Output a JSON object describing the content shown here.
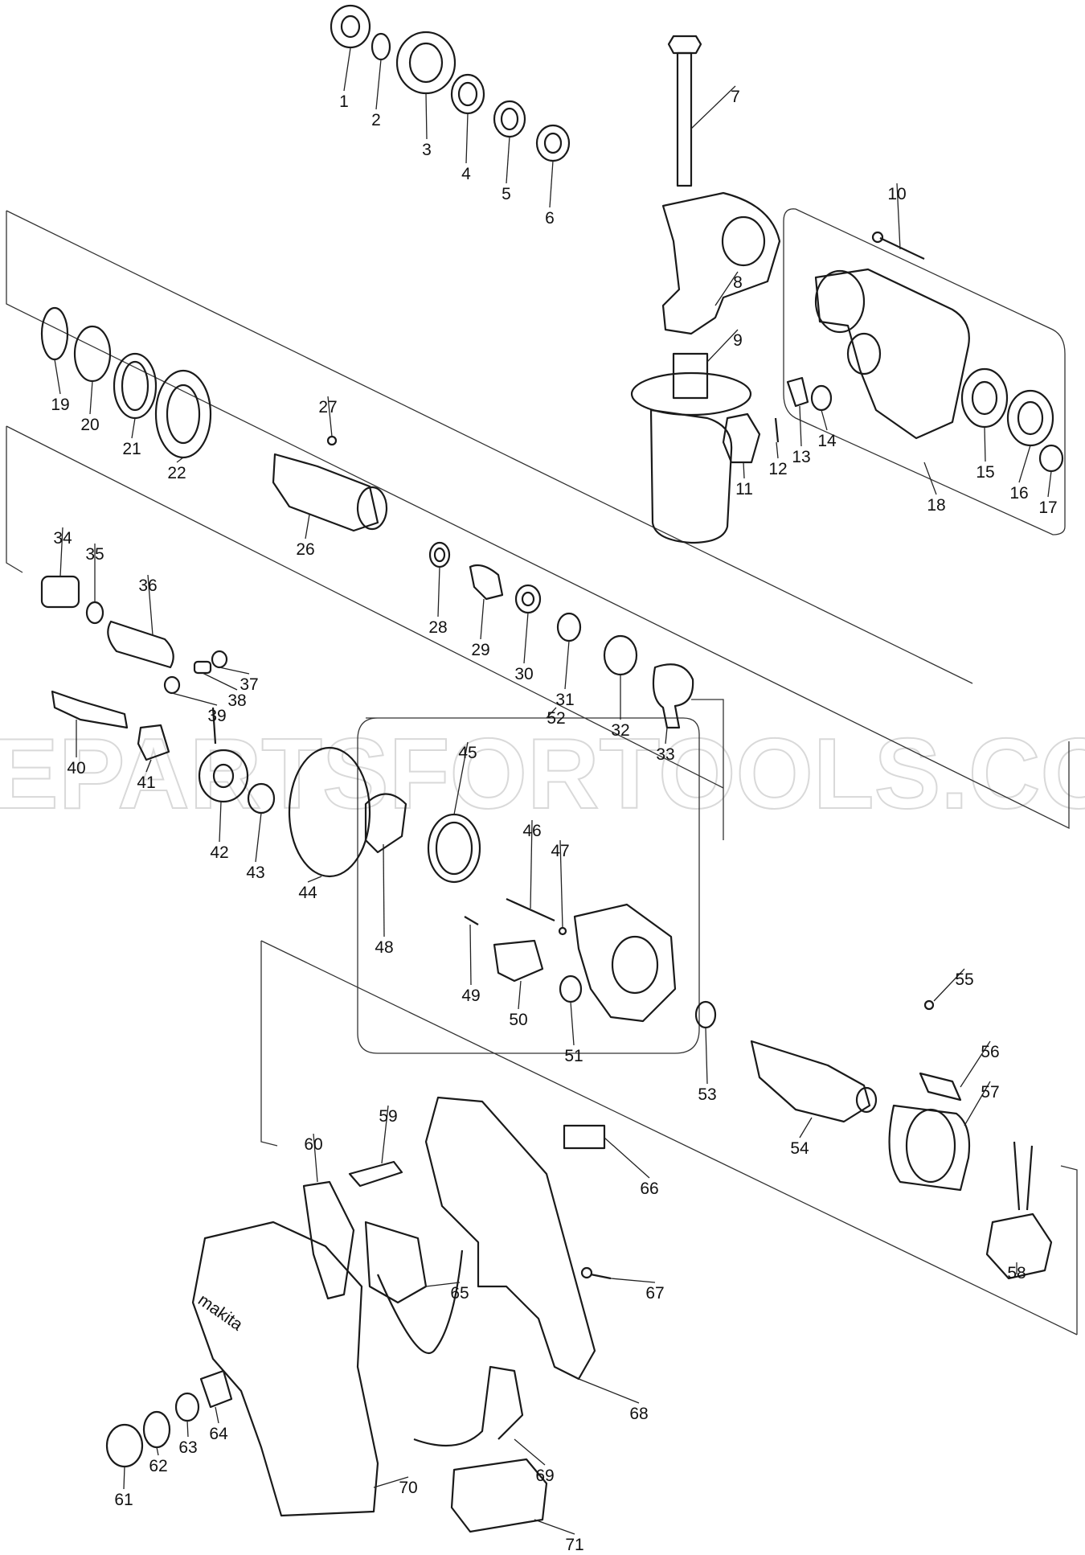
{
  "watermark": "EPARTSFORTOOLS.CO",
  "brand_mark": "makita",
  "parts": [
    {
      "n": "1"
    },
    {
      "n": "2"
    },
    {
      "n": "3"
    },
    {
      "n": "4"
    },
    {
      "n": "5"
    },
    {
      "n": "6"
    },
    {
      "n": "7"
    },
    {
      "n": "8"
    },
    {
      "n": "9"
    },
    {
      "n": "10"
    },
    {
      "n": "11"
    },
    {
      "n": "12"
    },
    {
      "n": "13"
    },
    {
      "n": "14"
    },
    {
      "n": "15"
    },
    {
      "n": "16"
    },
    {
      "n": "17"
    },
    {
      "n": "18"
    },
    {
      "n": "19"
    },
    {
      "n": "20"
    },
    {
      "n": "21"
    },
    {
      "n": "22"
    },
    {
      "n": "26"
    },
    {
      "n": "27"
    },
    {
      "n": "28"
    },
    {
      "n": "29"
    },
    {
      "n": "30"
    },
    {
      "n": "31"
    },
    {
      "n": "32"
    },
    {
      "n": "33"
    },
    {
      "n": "34"
    },
    {
      "n": "35"
    },
    {
      "n": "36"
    },
    {
      "n": "37"
    },
    {
      "n": "38"
    },
    {
      "n": "39"
    },
    {
      "n": "40"
    },
    {
      "n": "41"
    },
    {
      "n": "42"
    },
    {
      "n": "43"
    },
    {
      "n": "44"
    },
    {
      "n": "45"
    },
    {
      "n": "46"
    },
    {
      "n": "47"
    },
    {
      "n": "48"
    },
    {
      "n": "49"
    },
    {
      "n": "50"
    },
    {
      "n": "51"
    },
    {
      "n": "52"
    },
    {
      "n": "53"
    },
    {
      "n": "54"
    },
    {
      "n": "55"
    },
    {
      "n": "56"
    },
    {
      "n": "57"
    },
    {
      "n": "58"
    },
    {
      "n": "59"
    },
    {
      "n": "60"
    },
    {
      "n": "61"
    },
    {
      "n": "62"
    },
    {
      "n": "63"
    },
    {
      "n": "64"
    },
    {
      "n": "65"
    },
    {
      "n": "66"
    },
    {
      "n": "67"
    },
    {
      "n": "68"
    },
    {
      "n": "69"
    },
    {
      "n": "70"
    },
    {
      "n": "71"
    }
  ]
}
